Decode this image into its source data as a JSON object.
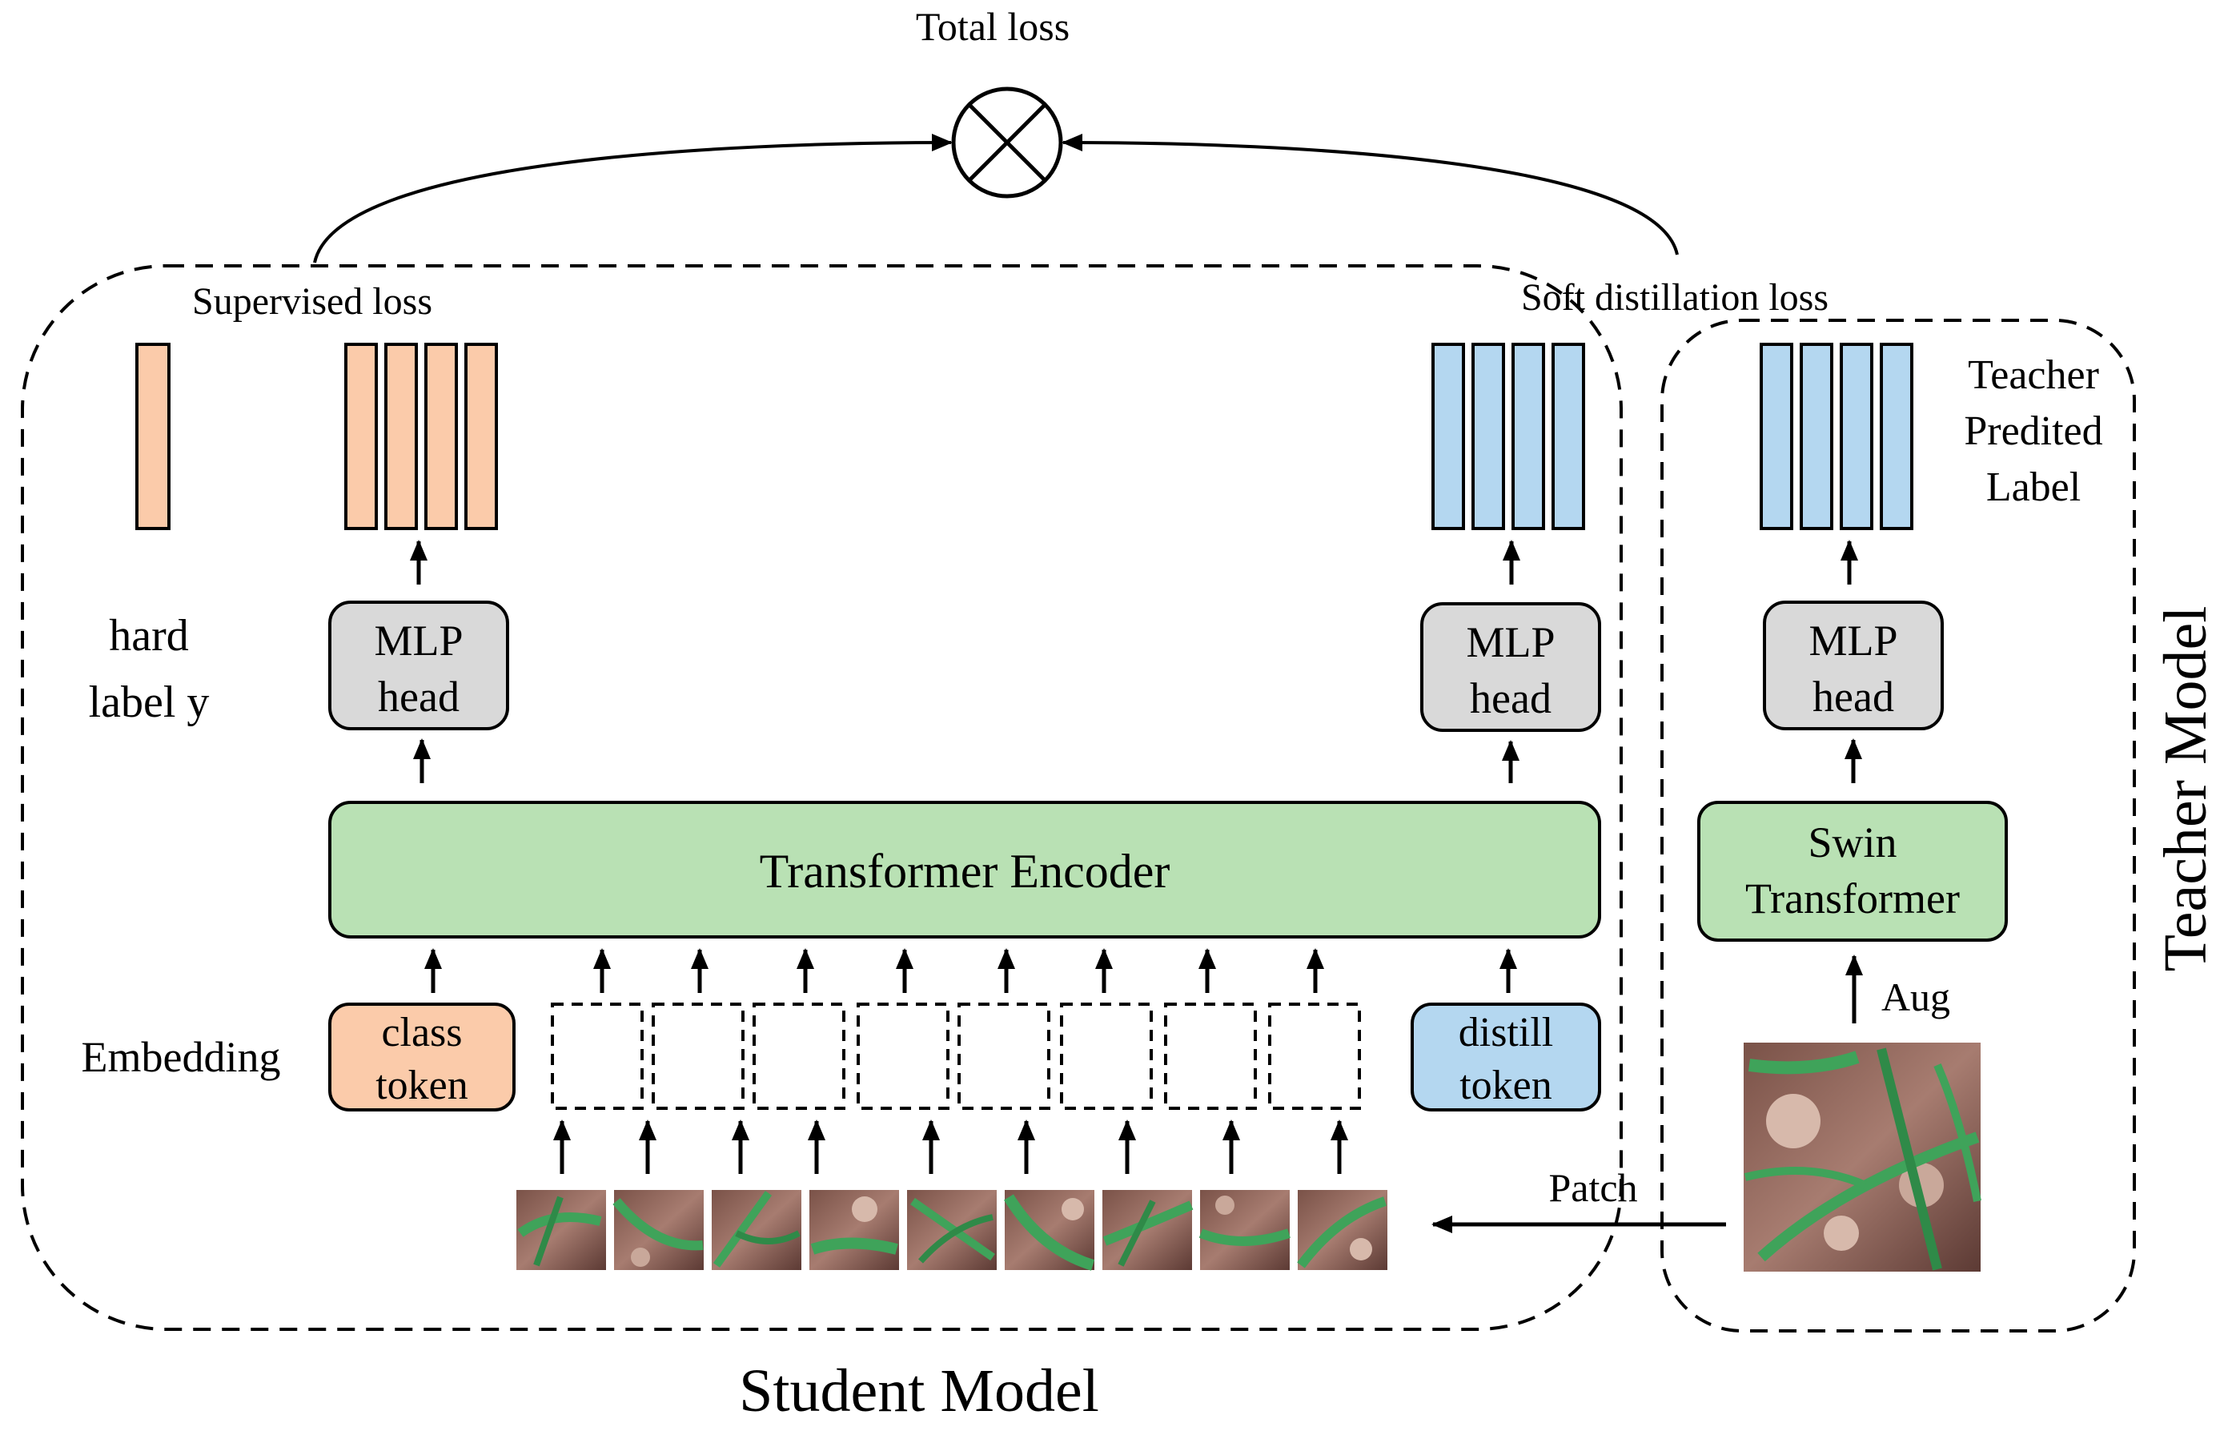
{
  "labels": {
    "total_loss": "Total loss",
    "supervised_loss": "Supervised loss",
    "soft_distillation_loss": "Soft distillation loss",
    "hard_label_line1": "hard",
    "hard_label_line2": "label y",
    "embedding": "Embedding",
    "patch": "Patch",
    "aug": "Aug",
    "student_model": "Student Model",
    "teacher_model": "Teacher Model",
    "teacher_label_line1": "Teacher",
    "teacher_label_line2": "Predited",
    "teacher_label_line3": "Label"
  },
  "blocks": {
    "transformer_encoder": "Transformer Encoder",
    "mlp_line1": "MLP",
    "mlp_line2": "head",
    "class_line1": "class",
    "class_line2": "token",
    "distill_line1": "distill",
    "distill_line2": "token",
    "swin_line1": "Swin",
    "swin_line2": "Transformer"
  },
  "colors": {
    "orange_fill": "#fbcbaa",
    "blue_fill": "#b4d7f0",
    "green_fill": "#b9e1b4",
    "gray_fill": "#d9d9d9",
    "stroke": "#000000"
  },
  "icons": {
    "total_loss_node": "circled-x-icon",
    "images": "plant-image-patches"
  }
}
